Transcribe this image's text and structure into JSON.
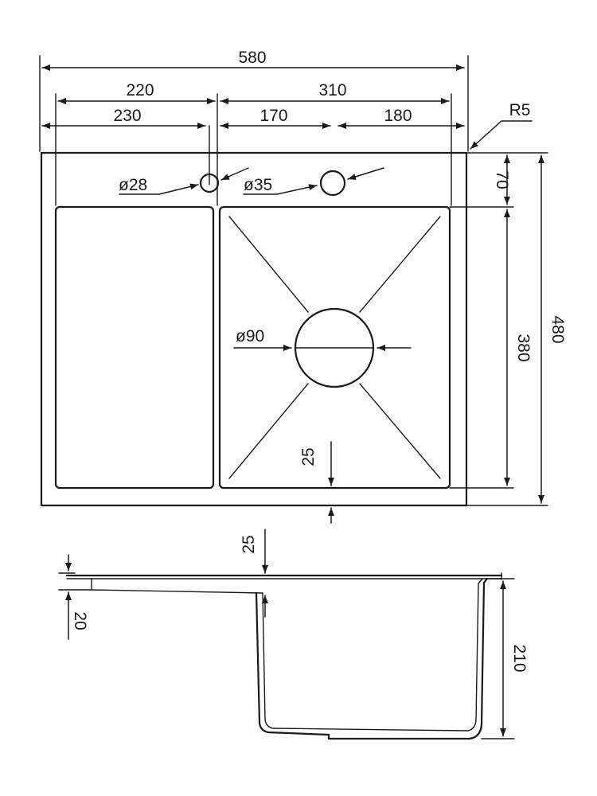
{
  "top_view": {
    "overall_width": "580",
    "left_to_divider": "220",
    "divider_to_right": "310",
    "left_to_tap_hole": "230",
    "tap_to_second_hole": "170",
    "second_hole_to_right": "180",
    "corner_radius": "R5",
    "tap_hole_diameter": "ø28",
    "second_hole_diameter": "ø35",
    "back_ledge_depth": "70",
    "bowl_length": "380",
    "overall_depth": "480",
    "drain_diameter": "ø90",
    "front_rim": "25"
  },
  "side_view": {
    "bowl_rim_offset": "25",
    "deck_thickness": "20",
    "bowl_depth": "210"
  }
}
